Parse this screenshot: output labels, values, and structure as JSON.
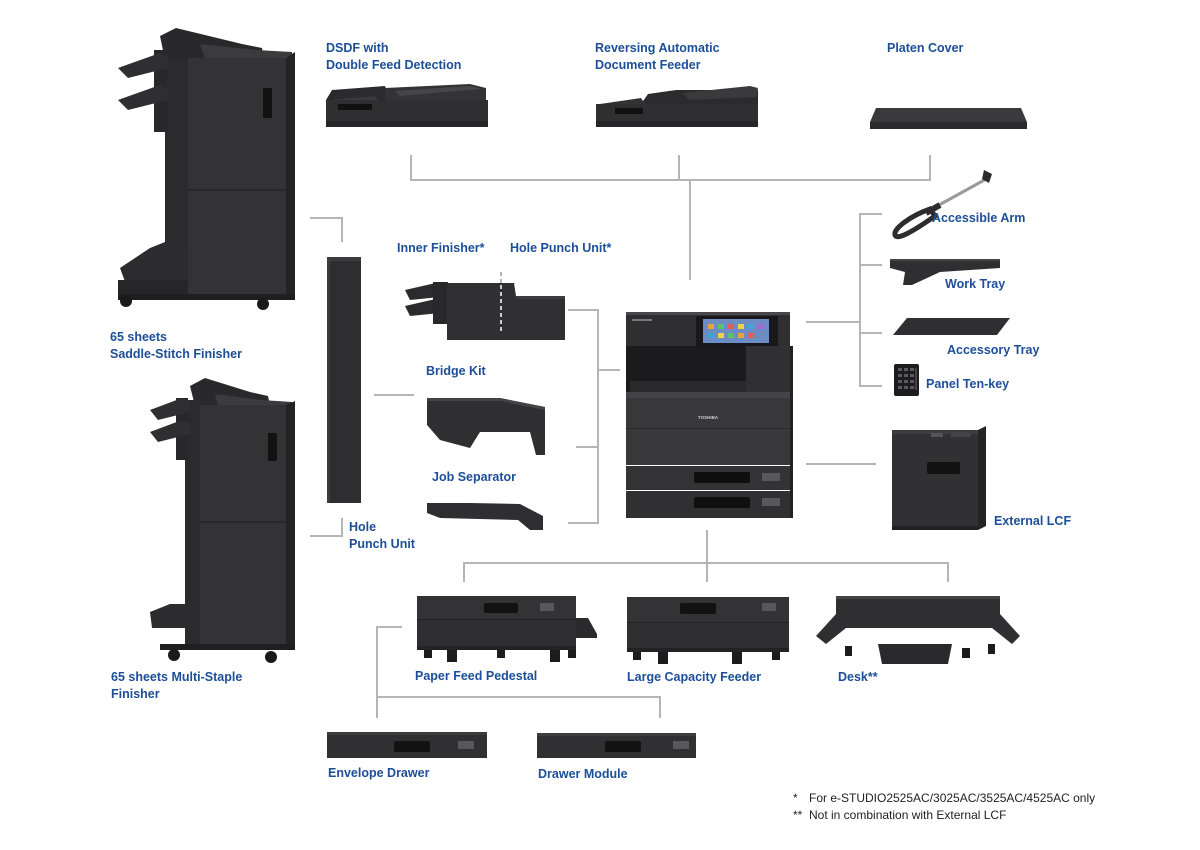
{
  "colors": {
    "label": "#1d4e98",
    "connector": "#b5b5b5",
    "product": "#2f2f32"
  },
  "options": {
    "dsdf": {
      "lines": [
        "DSDF with",
        "Double Feed Detection"
      ]
    },
    "radf": {
      "lines": [
        "Reversing Automatic",
        "Document Feeder"
      ]
    },
    "platen_cover": {
      "lines": [
        "Platen Cover"
      ]
    },
    "accessible_arm": {
      "lines": [
        "Accessible Arm"
      ]
    },
    "work_tray": {
      "lines": [
        "Work Tray"
      ]
    },
    "accessory_tray": {
      "lines": [
        "Accessory Tray"
      ]
    },
    "panel_ten_key": {
      "lines": [
        "Panel Ten-key"
      ]
    },
    "external_lcf": {
      "lines": [
        "External LCF"
      ]
    },
    "inner_finisher": {
      "lines": [
        "Inner Finisher*"
      ]
    },
    "inner_hole_punch_unit": {
      "lines": [
        "Hole Punch Unit*"
      ]
    },
    "bridge_kit": {
      "lines": [
        "Bridge Kit"
      ]
    },
    "job_separator": {
      "lines": [
        "Job Separator"
      ]
    },
    "hole_punch_unit": {
      "lines": [
        "Hole",
        "Punch Unit"
      ]
    },
    "saddle_stitch_finisher": {
      "lines": [
        "65 sheets",
        "Saddle-Stitch Finisher"
      ]
    },
    "multi_staple_finisher": {
      "lines": [
        "65 sheets Multi-Staple",
        "Finisher"
      ]
    },
    "paper_feed_pedestal": {
      "lines": [
        "Paper Feed Pedestal"
      ]
    },
    "large_capacity_feeder": {
      "lines": [
        "Large Capacity Feeder"
      ]
    },
    "desk": {
      "lines": [
        "Desk**"
      ]
    },
    "envelope_drawer": {
      "lines": [
        "Envelope Drawer"
      ]
    },
    "drawer_module": {
      "lines": [
        "Drawer Module"
      ]
    }
  },
  "printer": {
    "brand": "TOSHIBA"
  },
  "footnotes": [
    {
      "marker": "*",
      "text": "For e-STUDIO2525AC/3025AC/3525AC/4525AC only"
    },
    {
      "marker": "**",
      "text": "Not in combination with External LCF"
    }
  ]
}
